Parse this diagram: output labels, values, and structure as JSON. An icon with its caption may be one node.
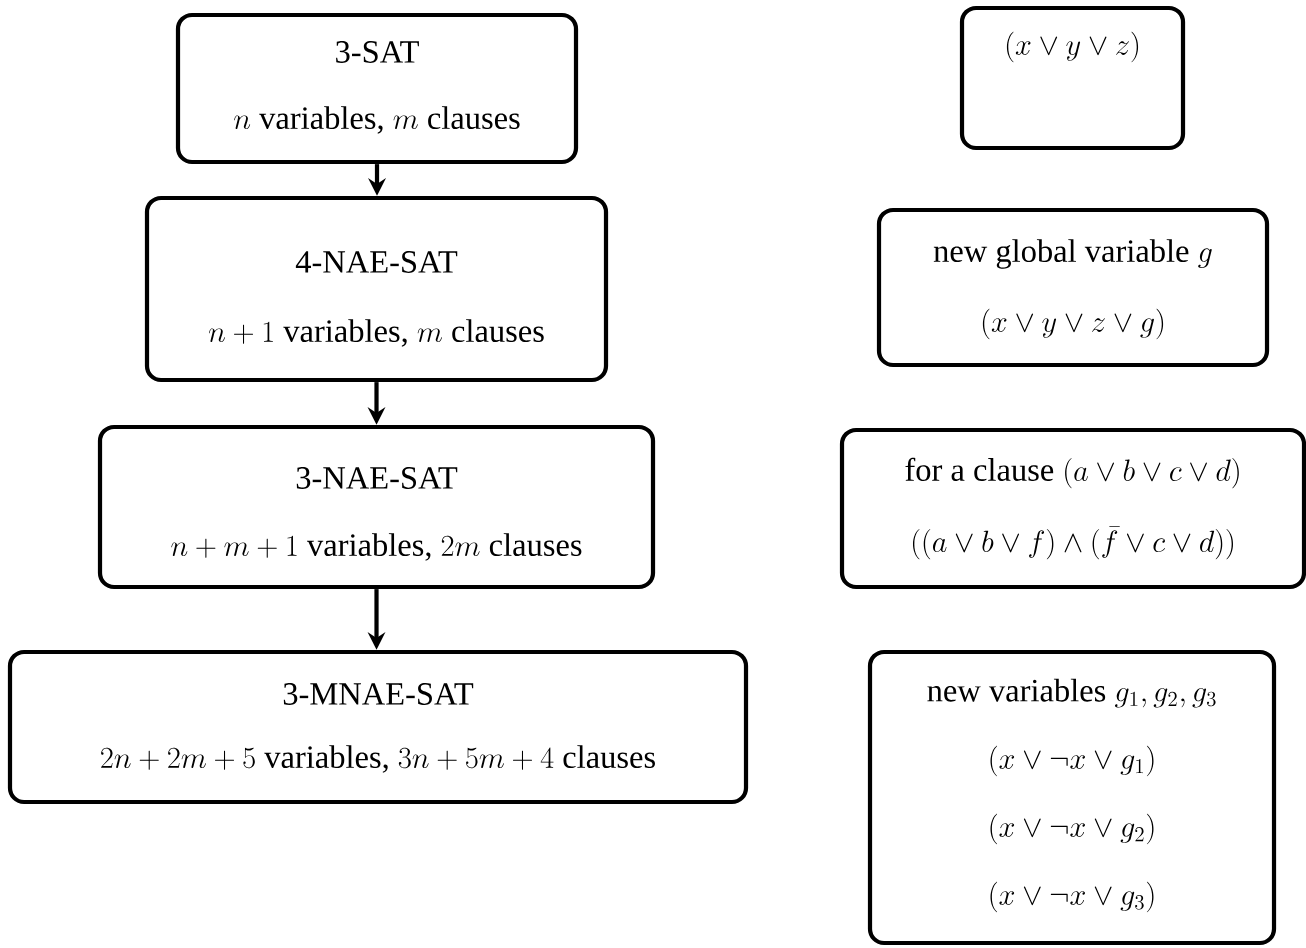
{
  "diagram": {
    "nodes": [
      {
        "text": [
          "3-SAT",
          "n \\text{ variables, } m \\text{ clauses}"
        ]
      },
      {
        "text": [
          "4-NAE-SAT",
          "n+1 \\text{ variables, } m \\text{ clauses}"
        ]
      },
      {
        "text": [
          "3-NAE-SAT",
          "n+m+1 \\text{ variables, } 2m \\text{ clauses}"
        ]
      },
      {
        "text": [
          "3-MNAE-SAT",
          "2n+2m+5 \\text{ variables, } 3n+5m+4 \\text{ clauses}"
        ]
      },
      {
        "text": [
          "(x \\vee y \\vee z)"
        ]
      },
      {
        "text": [
          "\\text{new global variable } g",
          "(x \\vee y \\vee z \\vee g)"
        ]
      },
      {
        "text": [
          "\\text{for a clause } (a \\vee b \\vee c \\vee d)",
          "((a \\vee b \\vee f) \\wedge (\\bar{f} \\vee c \\vee d))"
        ]
      },
      {
        "text": [
          "\\text{new variables } g_1, g_2, g_3",
          "(x \\vee \\neg x \\vee g_1)",
          "(x \\vee \\neg x \\vee g_2)",
          "(x \\vee \\neg x \\vee g_3)"
        ]
      }
    ],
    "edges": [
      {
        "from": 0,
        "to": 1,
        "arrow": "to"
      },
      {
        "from": 1,
        "to": 2,
        "arrow": "to"
      },
      {
        "from": 2,
        "to": 3,
        "arrow": "to"
      }
    ]
  }
}
